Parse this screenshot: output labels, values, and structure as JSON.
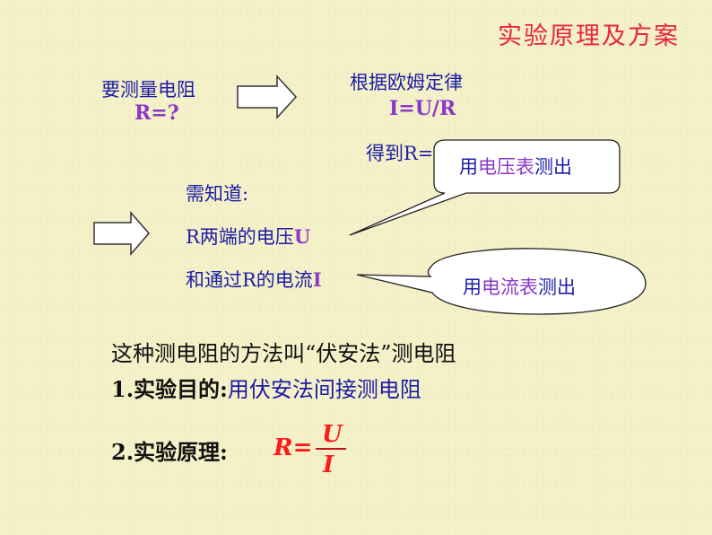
{
  "header": {
    "title": "实验原理及方案"
  },
  "flow": {
    "step1_line1": "要测量电阻",
    "step1_line2": "R=?",
    "step2_line1": "根据欧姆定律",
    "step2_line2": "I=U/R",
    "step2_line3": "得到R=U/I",
    "need_title": "需知道:",
    "need_voltage_prefix": "R两端的电压",
    "need_voltage_symbol": "U",
    "need_current_prefix": "和通过R的电流",
    "need_current_symbol": "I"
  },
  "callouts": {
    "voltage": {
      "pre": "用",
      "mid": "电压表",
      "post": "测出"
    },
    "current": {
      "pre": "用",
      "mid": "电流表",
      "post": "测出"
    }
  },
  "summary": {
    "method_line": "这种测电阻的方法叫“伏安法”测电阻",
    "purpose_label": "1.实验目的:",
    "purpose_text": "用伏安法间接测电阻",
    "principle_label": "2.实验原理:",
    "formula_lhs": "R=",
    "formula_numerator": "U",
    "formula_denominator": "I"
  },
  "icons": {
    "arrow1": "right-block-arrow-icon",
    "arrow2": "right-block-arrow-icon"
  },
  "colors": {
    "title": "#e8253c",
    "text_blue": "#1c1ca8",
    "text_purple": "#8a38c8",
    "formula_red": "#ff1a1a",
    "background": "#f4f0c8"
  }
}
